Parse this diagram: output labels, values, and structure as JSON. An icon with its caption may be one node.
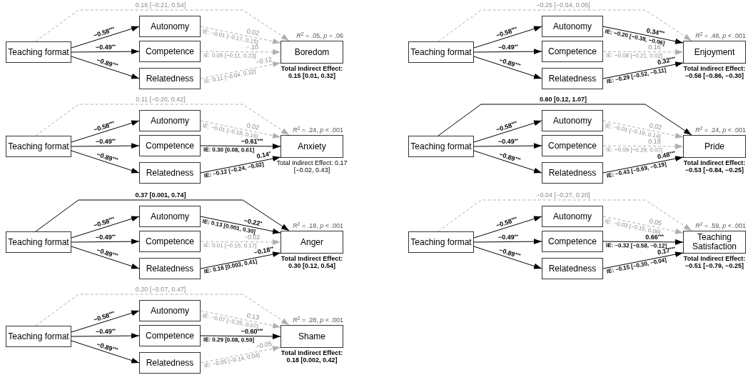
{
  "diagram": {
    "nodes": [
      {
        "text": [
          "Teaching format"
        ]
      },
      {
        "text": [
          "Autonomy"
        ]
      },
      {
        "text": [
          "Competence"
        ]
      },
      {
        "text": [
          "Relatedness"
        ]
      },
      {
        "text": [
          "Boredom"
        ],
        "beside": [
          "*R*$^{2}$ = .05, *p* = .06",
          "**Total Indirect Effect: 0.15 [0.01, 0.32]**"
        ]
      },
      {
        "text": [
          "Teaching format"
        ]
      },
      {
        "text": [
          "Autonomy"
        ]
      },
      {
        "text": [
          "Competence"
        ]
      },
      {
        "text": [
          "Relatedness"
        ]
      },
      {
        "text": [
          "Enjoyment"
        ],
        "beside": [
          "*R*$^{2}$ = .48, *p* < .001",
          "**Total Indirect Effect: −0.56 [−0.86, −0.30]**"
        ]
      },
      {
        "text": [
          "Teaching format"
        ]
      },
      {
        "text": [
          "Autonomy"
        ]
      },
      {
        "text": [
          "Competence"
        ]
      },
      {
        "text": [
          "Relatedness"
        ]
      },
      {
        "text": [
          "Anxiety"
        ],
        "beside": [
          "*R*$^{2}$ = .24, *p* < .001",
          "Total Indirect Effect: 0.17 [−0.02, 0.43]"
        ]
      },
      {
        "text": [
          "Teaching format"
        ]
      },
      {
        "text": [
          "Autonomy"
        ]
      },
      {
        "text": [
          "Competence"
        ]
      },
      {
        "text": [
          "Relatedness"
        ]
      },
      {
        "text": [
          "Pride"
        ],
        "beside": [
          "*R*$^{2}$ = .24, *p* < .001",
          "**Total Indirect Effect: −0.53 [−0.84, −0.25]**"
        ]
      },
      {
        "text": [
          "Teaching format"
        ]
      },
      {
        "text": [
          "Autonomy"
        ]
      },
      {
        "text": [
          "Competence"
        ]
      },
      {
        "text": [
          "Relatedness"
        ]
      },
      {
        "text": [
          "Anger"
        ],
        "beside": [
          "*R*$^{2}$ = .18, *p* < .001",
          "**Total Indirect Effect: 0.30 [0.12, 0.54]**"
        ]
      },
      {
        "text": [
          "Teaching format"
        ]
      },
      {
        "text": [
          "Autonomy"
        ]
      },
      {
        "text": [
          "Competence"
        ]
      },
      {
        "text": [
          "Relatedness"
        ]
      },
      {
        "text": [
          "Teaching Satisfaction"
        ],
        "beside": [
          "*R*$^{2}$ = .59, *p* < .001",
          "**Total Indirect Effect: −0.51 [−0.79, −0.25]**"
        ]
      },
      {
        "text": [
          "Teaching format"
        ]
      },
      {
        "text": [
          "Autonomy"
        ]
      },
      {
        "text": [
          "Competence"
        ]
      },
      {
        "text": [
          "Relatedness"
        ]
      },
      {
        "text": [
          "Shame"
        ],
        "beside": [
          "*R*$^{2}$ = .28, *p* < .001",
          "**Total Indirect Effect: 0.18 [0.002, 0.42]**"
        ]
      }
    ],
    "edges": [
      {
        "from": 0,
        "to": 4,
        "arrow": "to",
        "label": "0.16 [−0.21, 0.54]",
        "style": "dashed",
        "color": "#b0b0b0"
      },
      {
        "from": 0,
        "to": 1,
        "arrow": "to",
        "label": "−0.58$^{***}$"
      },
      {
        "from": 0,
        "to": 2,
        "arrow": "to",
        "label": "−0.49$^{**}$"
      },
      {
        "from": 0,
        "to": 3,
        "arrow": "to",
        "label": "−0.89$^{***}$"
      },
      {
        "from": 1,
        "to": 4,
        "arrow": "to",
        "label": "0.02",
        "style": "dashed",
        "color": "#b0b0b0"
      },
      {
        "from": 2,
        "to": 4,
        "arrow": "to",
        "label": "−.10",
        "style": "dashed",
        "color": "#b0b0b0"
      },
      {
        "from": 3,
        "to": 4,
        "arrow": "to",
        "label": "−0.12",
        "style": "dashed",
        "color": "#b0b0b0"
      },
      {
        "from": 5,
        "to": 9,
        "arrow": "to",
        "label": "−0.25 [−0.54, 0.05]",
        "style": "dashed",
        "color": "#b0b0b0"
      },
      {
        "from": 5,
        "to": 6,
        "arrow": "to",
        "label": "−0.58$^{***}$"
      },
      {
        "from": 5,
        "to": 7,
        "arrow": "to",
        "label": "−0.49$^{**}$"
      },
      {
        "from": 5,
        "to": 8,
        "arrow": "to",
        "label": "−0.89$^{***}$"
      },
      {
        "from": 6,
        "to": 9,
        "arrow": "to",
        "label": "0.34$^{***}$"
      },
      {
        "from": 7,
        "to": 9,
        "arrow": "to",
        "label": "0.16",
        "style": "dashed",
        "color": "#b0b0b0"
      },
      {
        "from": 8,
        "to": 9,
        "arrow": "to",
        "label": "0.32$^{***}$"
      },
      {
        "from": 10,
        "to": 14,
        "arrow": "to",
        "label": "0.11 [−0.20, 0.42]",
        "style": "dashed",
        "color": "#b0b0b0"
      },
      {
        "from": 10,
        "to": 11,
        "arrow": "to",
        "label": "−0.58$^{***}$"
      },
      {
        "from": 10,
        "to": 12,
        "arrow": "to",
        "label": "−0.49$^{**}$"
      },
      {
        "from": 10,
        "to": 13,
        "arrow": "to",
        "label": "−0.89$^{***}$"
      },
      {
        "from": 11,
        "to": 14,
        "arrow": "to",
        "label": "0.02",
        "style": "dashed",
        "color": "#b0b0b0"
      },
      {
        "from": 12,
        "to": 14,
        "arrow": "to",
        "label": "−0.61$^{***}$"
      },
      {
        "from": 13,
        "to": 14,
        "arrow": "to",
        "label": "0.14$^{*}$"
      },
      {
        "from": 15,
        "to": 19,
        "arrow": "to",
        "label": "0.60 [0.12, 1.07]"
      },
      {
        "from": 15,
        "to": 16,
        "arrow": "to",
        "label": "−0.58$^{***}$"
      },
      {
        "from": 15,
        "to": 17,
        "arrow": "to",
        "label": "−0.49$^{**}$"
      },
      {
        "from": 15,
        "to": 18,
        "arrow": "to",
        "label": "−0.89$^{***}$"
      },
      {
        "from": 16,
        "to": 19,
        "arrow": "to",
        "label": "0.02",
        "style": "dashed",
        "color": "#b0b0b0"
      },
      {
        "from": 17,
        "to": 19,
        "arrow": "to",
        "label": "0.19",
        "style": "dashed",
        "color": "#b0b0b0"
      },
      {
        "from": 18,
        "to": 19,
        "arrow": "to",
        "label": "0.48$^{***}$"
      },
      {
        "from": 20,
        "to": 24,
        "arrow": "to",
        "label": "0.37 [0.001, 0.74]"
      },
      {
        "from": 20,
        "to": 21,
        "arrow": "to",
        "label": "−0.58$^{***}$"
      },
      {
        "from": 20,
        "to": 22,
        "arrow": "to",
        "label": "−0.49$^{**}$"
      },
      {
        "from": 20,
        "to": 23,
        "arrow": "to",
        "label": "−0.89$^{***}$"
      },
      {
        "from": 21,
        "to": 24,
        "arrow": "to",
        "label": "−0.22$^{*}$"
      },
      {
        "from": 22,
        "to": 24,
        "arrow": "to",
        "label": "−0.02",
        "style": "dashed",
        "color": "#b0b0b0"
      },
      {
        "from": 23,
        "to": 24,
        "arrow": "to",
        "label": "−0.18$^{**}$"
      },
      {
        "from": 25,
        "to": 29,
        "arrow": "to",
        "label": "−0.04 [−0.27, 0.20]",
        "style": "dashed",
        "color": "#b0b0b0"
      },
      {
        "from": 25,
        "to": 26,
        "arrow": "to",
        "label": "−0.58$^{***}$"
      },
      {
        "from": 25,
        "to": 27,
        "arrow": "to",
        "label": "−0.49$^{**}$"
      },
      {
        "from": 25,
        "to": 28,
        "arrow": "to",
        "label": "−0.89$^{***}$"
      },
      {
        "from": 26,
        "to": 29,
        "arrow": "to",
        "label": "0.05",
        "style": "dashed",
        "color": "#b0b0b0"
      },
      {
        "from": 27,
        "to": 29,
        "arrow": "to",
        "label": "0.66$^{***}$"
      },
      {
        "from": 28,
        "to": 29,
        "arrow": "to",
        "label": "0.17$^{***}$"
      },
      {
        "from": 30,
        "to": 34,
        "arrow": "to",
        "label": "0.20 [−0.07, 0.47]",
        "style": "dashed",
        "color": "#b0b0b0"
      },
      {
        "from": 30,
        "to": 31,
        "arrow": "to",
        "label": "−0.58$^{***}$"
      },
      {
        "from": 30,
        "to": 32,
        "arrow": "to",
        "label": "−0.49$^{**}$"
      },
      {
        "from": 30,
        "to": 33,
        "arrow": "to",
        "label": "−0.89$^{***}$"
      },
      {
        "from": 31,
        "to": 34,
        "arrow": "to",
        "label": "0.13",
        "style": "dashed",
        "color": "#b0b0b0"
      },
      {
        "from": 32,
        "to": 34,
        "arrow": "to",
        "label": "−0.60$^{***}$"
      },
      {
        "from": 33,
        "to": 34,
        "arrow": "to",
        "label": "−0.05",
        "style": "dashed",
        "color": "#b0b0b0"
      }
    ],
    "labels": [
      "IE: −0.01 [−0.17, 0.15]",
      "IE: 0.05 [−0.11, 0.23]",
      "IE: 0.11 [−0.04, 0.32]",
      "IE: −0.20 [−0.38, −0.06]",
      "IE: −0.08 [−0.21, 0.02]",
      "IE: −0.29 [−0.52, −0.11]",
      "IE: −0.01 [−0.18, 0.16]",
      "IE: 0.30 [0.08, 0.61]",
      "IE: −0.12 [−0.24, −0.02]",
      "IE: −0.01 [−0.19, 0.14]",
      "IE: −0.09 [−0.29, 0.07]",
      "IE: −0.43 [−0.69, −0.19]",
      "IE: 0.13 [0.001, 0.30]",
      "IE: 0.01 [−0.15, 0.17]",
      "IE: 0.16 [0.003, 0.41]",
      "IE: −0.03 [−0.15, 0.06]",
      "IE: −0.32 [−0.58, −0.12]",
      "IE: −0.15 [−0.30, −0.04]",
      "IE: −0.07 [−0.25, 0.07]",
      "IE: 0.29 [0.08, 0.59]",
      "IE: −0.05 [−0.14, 0.04]"
    ]
  }
}
